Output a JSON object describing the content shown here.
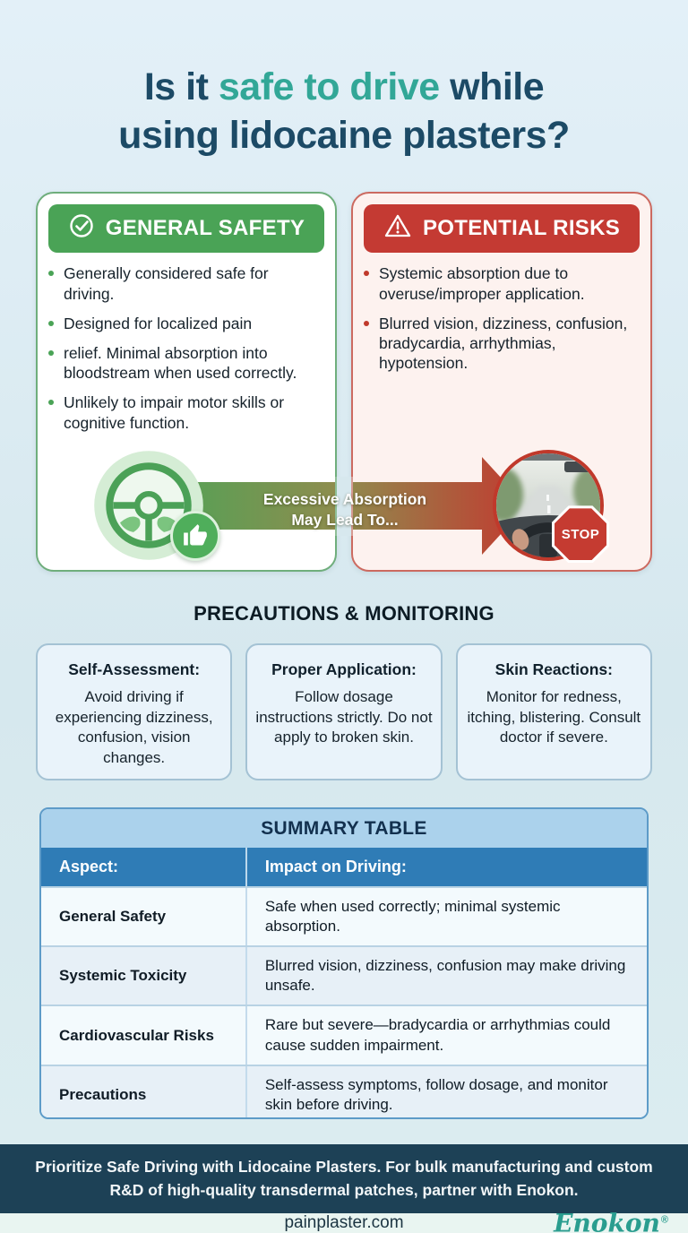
{
  "title": {
    "line1_pre": "Is it ",
    "line1_highlight": "safe to drive",
    "line1_post": " while",
    "line2": "using lidocaine plasters?"
  },
  "cards": {
    "safety": {
      "header": "GENERAL SAFETY",
      "icon": "check-circle",
      "accent": "#4aa356",
      "bullets": [
        "Generally considered safe for driving.",
        "Designed for localized pain",
        "relief. Minimal absorption into bloodstream when used correctly.",
        "Unlikely to impair motor skills or cognitive function."
      ]
    },
    "risks": {
      "header": "POTENTIAL RISKS",
      "icon": "warning-triangle",
      "accent": "#c43a33",
      "bullets": [
        "Systemic absorption due to overuse/improper application.",
        "Blurred vision, dizziness, confusion, bradycardia, arrhythmias, hypotension."
      ]
    },
    "arrow": {
      "line1": "Excessive Absorption",
      "line2": "May Lead To...",
      "stop": "STOP",
      "gradient_from": "#4da457",
      "gradient_to": "#c23a30"
    }
  },
  "precautions": {
    "heading": "PRECAUTIONS & MONITORING",
    "items": [
      {
        "title": "Self-Assessment:",
        "body": "Avoid driving if experiencing dizziness, confusion, vision changes."
      },
      {
        "title": "Proper Application:",
        "body": "Follow dosage instructions strictly. Do not apply to broken skin."
      },
      {
        "title": "Skin Reactions:",
        "body": "Monitor for redness, itching, blistering. Consult doctor if severe."
      }
    ]
  },
  "summary": {
    "title": "SUMMARY TABLE",
    "columns": [
      "Aspect:",
      "Impact on Driving:"
    ],
    "rows": [
      [
        "General Safety",
        "Safe when used correctly; minimal systemic absorption."
      ],
      [
        "Systemic Toxicity",
        "Blurred vision, dizziness, confusion may make driving unsafe."
      ],
      [
        "Cardiovascular Risks",
        "Rare but severe—bradycardia or arrhythmias could cause sudden impairment."
      ],
      [
        "Precautions",
        "Self-assess symptoms, follow dosage, and monitor skin before driving."
      ]
    ],
    "header_bg": "#2f7cb6",
    "title_bg": "#abd2ec"
  },
  "footer": {
    "banner": "Prioritize Safe Driving with Lidocaine Plasters. For bulk manufacturing and custom R&D of high-quality transdermal patches, partner with Enokon.",
    "banner_bg": "#1d4156",
    "website": "painplaster.com",
    "brand": "Enokon",
    "reg": "®",
    "brand_color": "#2a9d8f"
  }
}
